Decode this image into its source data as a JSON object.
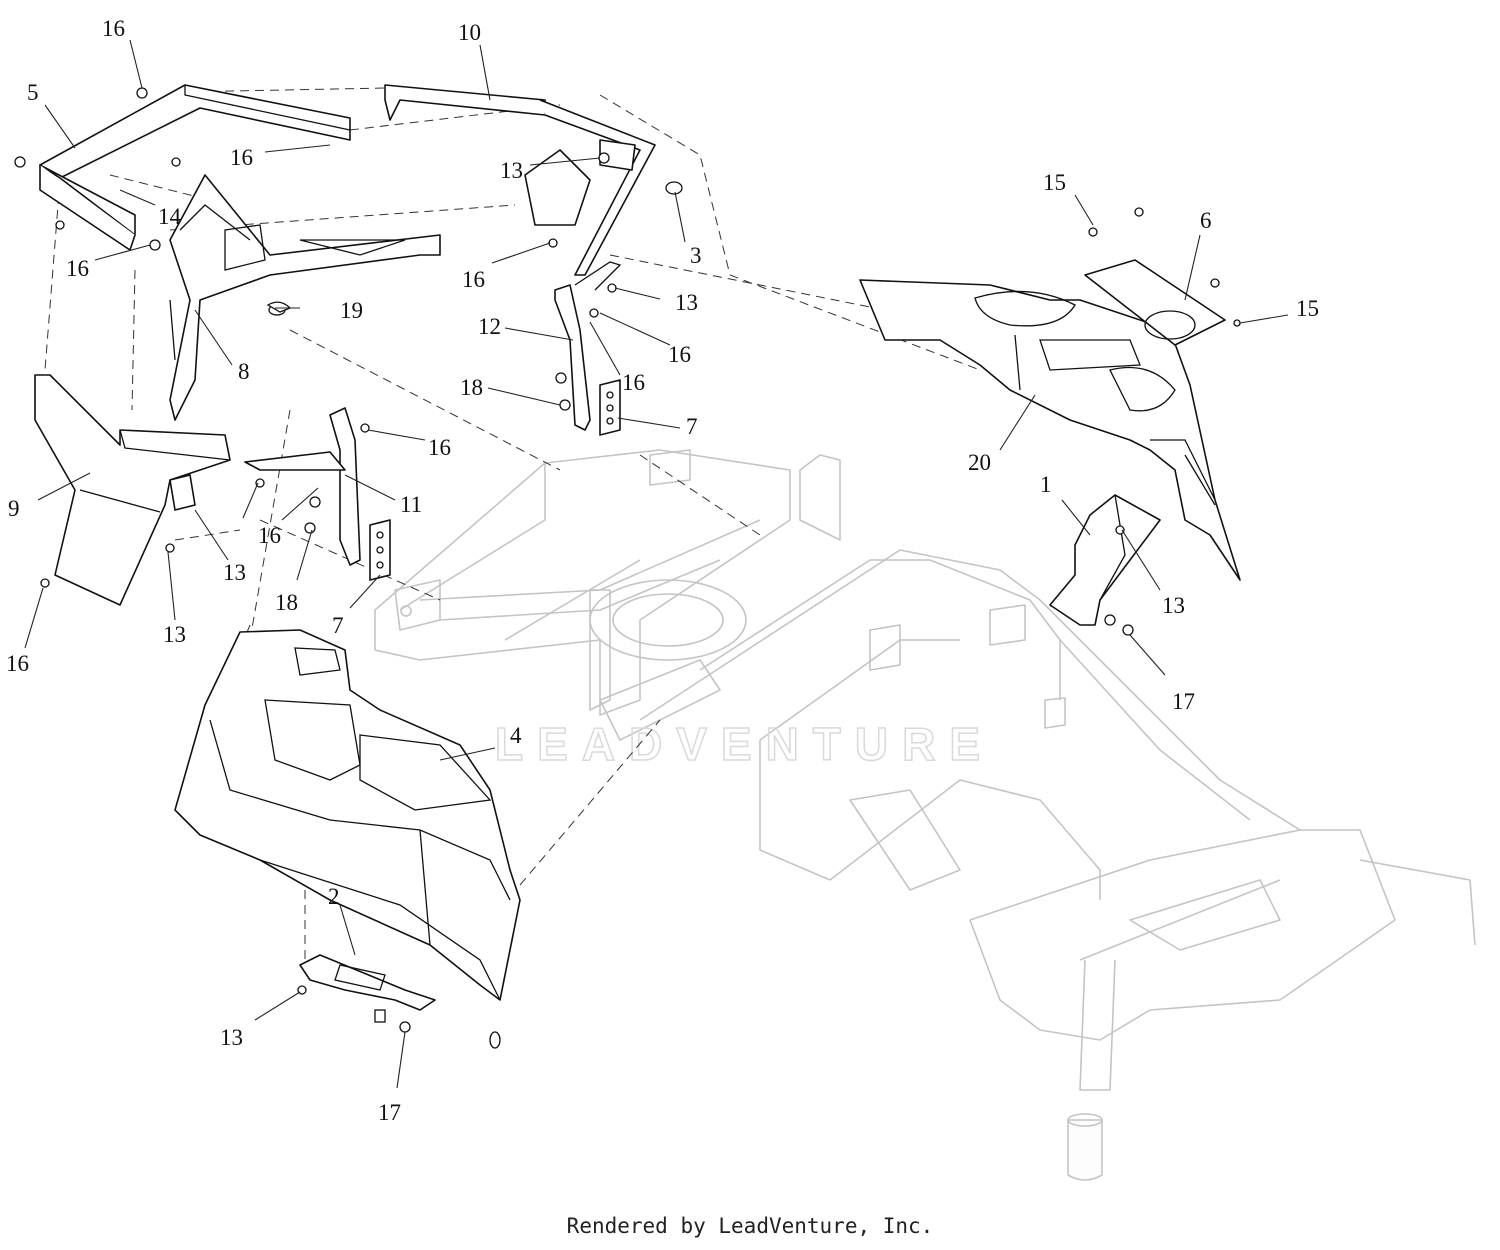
{
  "diagram": {
    "callouts": {
      "c1": "1",
      "c2": "2",
      "c3": "3",
      "c4": "4",
      "c5": "5",
      "c6": "6",
      "c7a": "7",
      "c7b": "7",
      "c8": "8",
      "c9": "9",
      "c10": "10",
      "c11": "11",
      "c12": "12",
      "c13a": "13",
      "c13b": "13",
      "c13c": "13",
      "c13d": "13",
      "c13e": "13",
      "c13f": "13",
      "c14": "14",
      "c15a": "15",
      "c15b": "15",
      "c16a": "16",
      "c16b": "16",
      "c16c": "16",
      "c16d": "16",
      "c16e": "16",
      "c16f": "16",
      "c16g": "16",
      "c16h": "16",
      "c16i": "16",
      "c17a": "17",
      "c17b": "17",
      "c18a": "18",
      "c18b": "18",
      "c19": "19",
      "c20": "20"
    },
    "watermark": "LEADVENTURE",
    "credit": "Rendered by LeadVenture, Inc."
  }
}
